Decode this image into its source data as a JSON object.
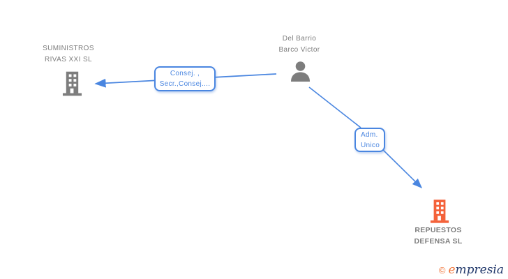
{
  "nodes": {
    "company_left": {
      "line1": "SUMINISTROS",
      "line2": "RIVAS XXI SL"
    },
    "person": {
      "line1": "Del Barrio",
      "line2": "Barco Victor"
    },
    "company_right": {
      "line1": "REPUESTOS",
      "line2": "DEFENSA SL"
    }
  },
  "edges": {
    "person_to_company_left": {
      "label_line1": "Consej. ,",
      "label_line2": "Secr.,Consej...."
    },
    "person_to_company_right": {
      "label_line1": "Adm.",
      "label_line2": "Unico"
    }
  },
  "branding": {
    "copyright": "©",
    "brand_first_letter": "e",
    "brand_rest": "mpresia"
  },
  "colors": {
    "edge_blue": "#4a86e0",
    "node_gray": "#7d7d7d",
    "company_right_orange": "#f4623a",
    "brand_orange": "#f1773c",
    "brand_navy": "#21386b",
    "background": "#ffffff"
  },
  "icons": {
    "company_left": "building-icon",
    "person": "person-icon",
    "company_right": "building-icon",
    "arrowhead": "arrowhead-icon"
  }
}
